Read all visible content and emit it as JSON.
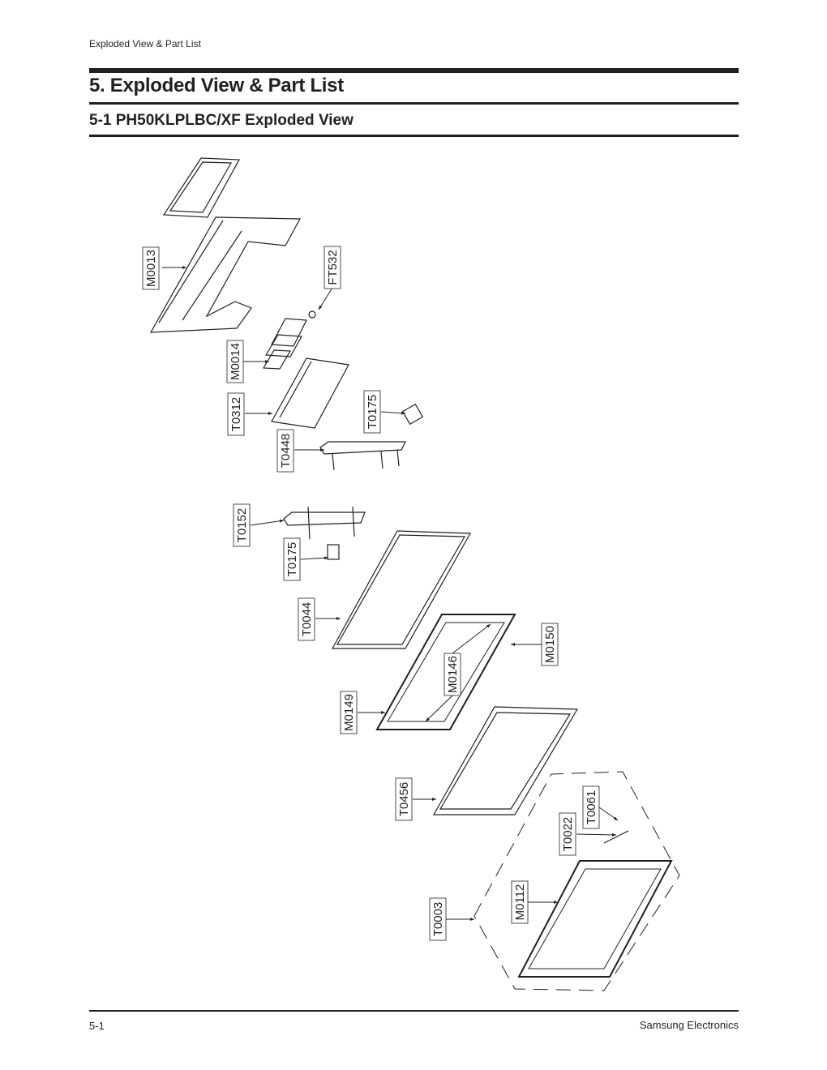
{
  "header": {
    "running_title": "Exploded View & Part List"
  },
  "chapter_title": "5.  Exploded View & Part List",
  "section_title": "5-1  PH50KLPLBC/XF Exploded View",
  "parts": [
    "M0013",
    "FT532",
    "M0014",
    "T0312",
    "T0175",
    "T0448",
    "T0152",
    "T0175",
    "T0044",
    "M0150",
    "M0146",
    "M0149",
    "T0456",
    "T0061",
    "T0022",
    "M0112",
    "T0003"
  ],
  "footer": {
    "page_number": "5-1",
    "company": "Samsung Electronics"
  }
}
